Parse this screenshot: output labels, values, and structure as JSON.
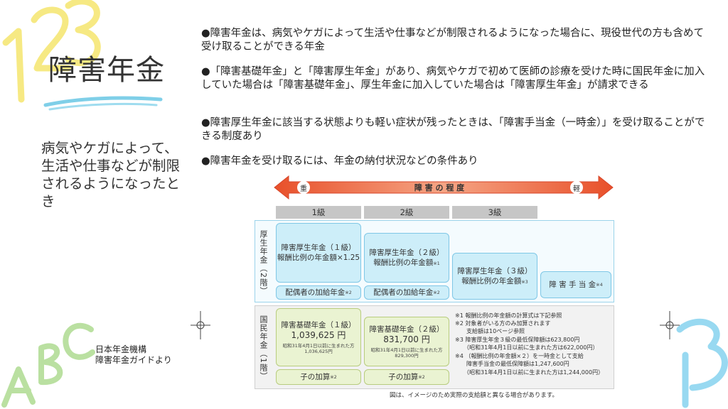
{
  "slide": {
    "title": "障害年金",
    "subtitle": "病気やケガによって、生活や仕事などが制限されるようになったとき",
    "source": [
      "日本年金機構",
      "障害年金ガイドより"
    ],
    "bullets": [
      "●障害年金は、病気やケガによって生活や仕事などが制限されるようになった場合に、現役世代の方も含めて受け取ることができる年金",
      "●「障害基礎年金」と「障害厚生年金」があり、病気やケガで初めて医師の診療を受けた時に国民年金に加入していた場合は「障害基礎年金」、厚生年金に加入していた場合は「障害厚生年金」が請求できる",
      "●障害厚生年金に該当する状態よりも軽い症状が残ったときは、「障害手当金（一時金）」を受け取ることができる制度あり",
      "●障害年金を受け取るには、年金の納付状況などの条件あり"
    ]
  },
  "diagram": {
    "arrow": {
      "left": "重",
      "right": "軽",
      "label": "障 害 の 程 度",
      "color": "#e8502a"
    },
    "grades": [
      "1級",
      "2級",
      "3級"
    ],
    "kosei_label": "厚生年金（2階）",
    "kokumin_label": "国民年金（1階）",
    "kosei": {
      "g1": {
        "line1": "障害厚生年金（１級）",
        "line2": "報酬比例の年金額×1.25"
      },
      "g2": {
        "line1": "障害厚生年金（２級）",
        "line2": "報酬比例の年金額",
        "mark": "※1"
      },
      "g3": {
        "line1": "障害厚生年金（３級）",
        "line2": "報酬比例の年金額",
        "mark": "※3"
      },
      "teate": {
        "label": "障 害 手 当 金",
        "mark": "※4"
      },
      "spouse1": {
        "label": "配偶者の加給年金",
        "mark": "※2"
      },
      "spouse2": {
        "label": "配偶者の加給年金",
        "mark": "※2"
      }
    },
    "kokumin": {
      "g1": {
        "line1": "障害基礎年金（１級）",
        "amount": "1,039,625 円",
        "note1": "昭和31年4月1日以前に生まれた方",
        "note2": "1,036,625円"
      },
      "g2": {
        "line1": "障害基礎年金（２級）",
        "amount": "831,700 円",
        "note1": "昭和31年4月1日以前に生まれた方",
        "note2": "829,300円"
      },
      "child1": {
        "label": "子の加算",
        "mark": "※2"
      },
      "child2": {
        "label": "子の加算",
        "mark": "※2"
      }
    },
    "notes": [
      "※1 報酬比例の年金額の計算式は下記参照",
      "※2 対象者がいる方のみ加算されます",
      "　　支給額は10ページ参照",
      "※3 障害厚生年金３級の最低保障額は623,800円",
      "　　（昭和31年4月1日以前に生まれた方は622,000円）",
      "※4 （報酬比例の年金額×２）を一時金として支給",
      "　　障害手当金の最低保障額は1,247,600円",
      "　　（昭和31年4月1日以前に生まれた方は1,244,000円）"
    ],
    "footer": "図は、イメージのため実際の支給額と異なる場合があります。"
  }
}
